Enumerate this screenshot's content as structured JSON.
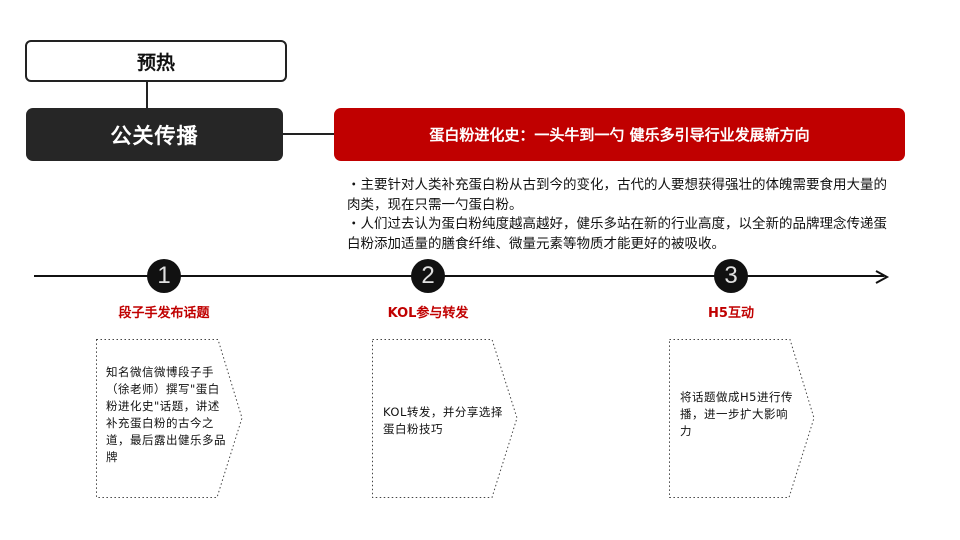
{
  "phases": {
    "preheat_label": "预热",
    "pr_label": "公关传播"
  },
  "headline": {
    "text": "蛋白粉进化史：一头牛到一勺 健乐多引导行业发展新方向",
    "background_color": "#C00000"
  },
  "description": {
    "bullets": [
      "・主要针对人类补充蛋白粉从古到今的变化，古代的人要想获得强壮的体魄需要食用大量的肉类，现在只需一勺蛋白粉。",
      "・人们过去认为蛋白粉纯度越高越好，健乐多站在新的行业高度，以全新的品牌理念传递蛋白粉添加适量的膳食纤维、微量元素等物质才能更好的被吸收。"
    ]
  },
  "timeline": {
    "arrow_icon": "arrow-right-icon",
    "steps": [
      {
        "number": "1",
        "title": "段子手发布话题",
        "detail": "知名微信微博段子手（徐老师）撰写\"蛋白粉进化史\"话题，讲述补充蛋白粉的古今之道，最后露出健乐多品牌"
      },
      {
        "number": "2",
        "title": "KOL参与转发",
        "detail": "KOL转发，并分享选择蛋白粉技巧"
      },
      {
        "number": "3",
        "title": "H5互动",
        "detail": "将话题做成H5进行传播，进一步扩大影响力"
      }
    ]
  },
  "colors": {
    "accent_red": "#C00000",
    "dark_box": "#262626",
    "line": "#111111"
  }
}
